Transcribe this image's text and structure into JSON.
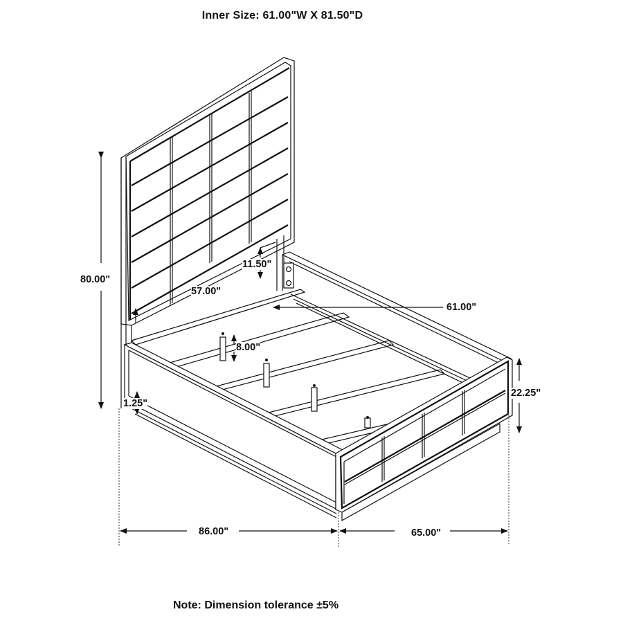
{
  "header": {
    "inner_size_label": "Inner Size: 61.00\"W X 81.50\"D"
  },
  "dimensions": {
    "overall_height": "80.00\"",
    "headboard_gap": "11.50\"",
    "headboard_inner_width": "57.00\"",
    "inner_width": "61.00\"",
    "leg_clearance": "8.00\"",
    "rail_clearance": "1.25\"",
    "footboard_height": "22.25\"",
    "overall_length": "86.00\"",
    "overall_width": "65.00\""
  },
  "footer": {
    "note": "Note: Dimension tolerance ±5%"
  },
  "drawing": {
    "subject": "bed-isometric-line-drawing",
    "headboard_grid": {
      "columns": 4,
      "rows": 6
    },
    "footboard_grid": {
      "columns": 4,
      "rows": 2
    },
    "slats": 5,
    "line_color": "#111111",
    "background_color": "#ffffff"
  }
}
